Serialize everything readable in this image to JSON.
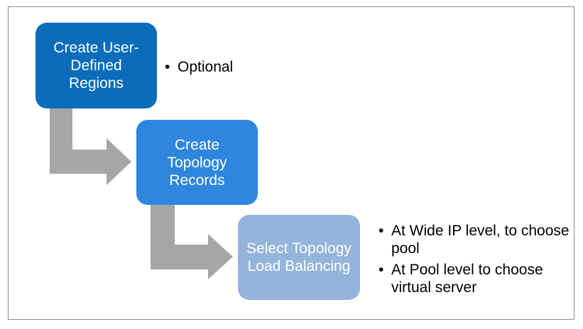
{
  "steps": [
    {
      "label": "Create User-Defined Regions",
      "color": "#0b6cba"
    },
    {
      "label": "Create Topology Records",
      "color": "#2e86de"
    },
    {
      "label": "Select Topology Load Balancing",
      "color": "#94b4dc"
    }
  ],
  "notes": {
    "step1": [
      "Optional"
    ],
    "step3": [
      "At Wide IP level, to choose pool",
      "At Pool level to choose virtual server"
    ]
  },
  "arrow_color": "#a6a6a6"
}
